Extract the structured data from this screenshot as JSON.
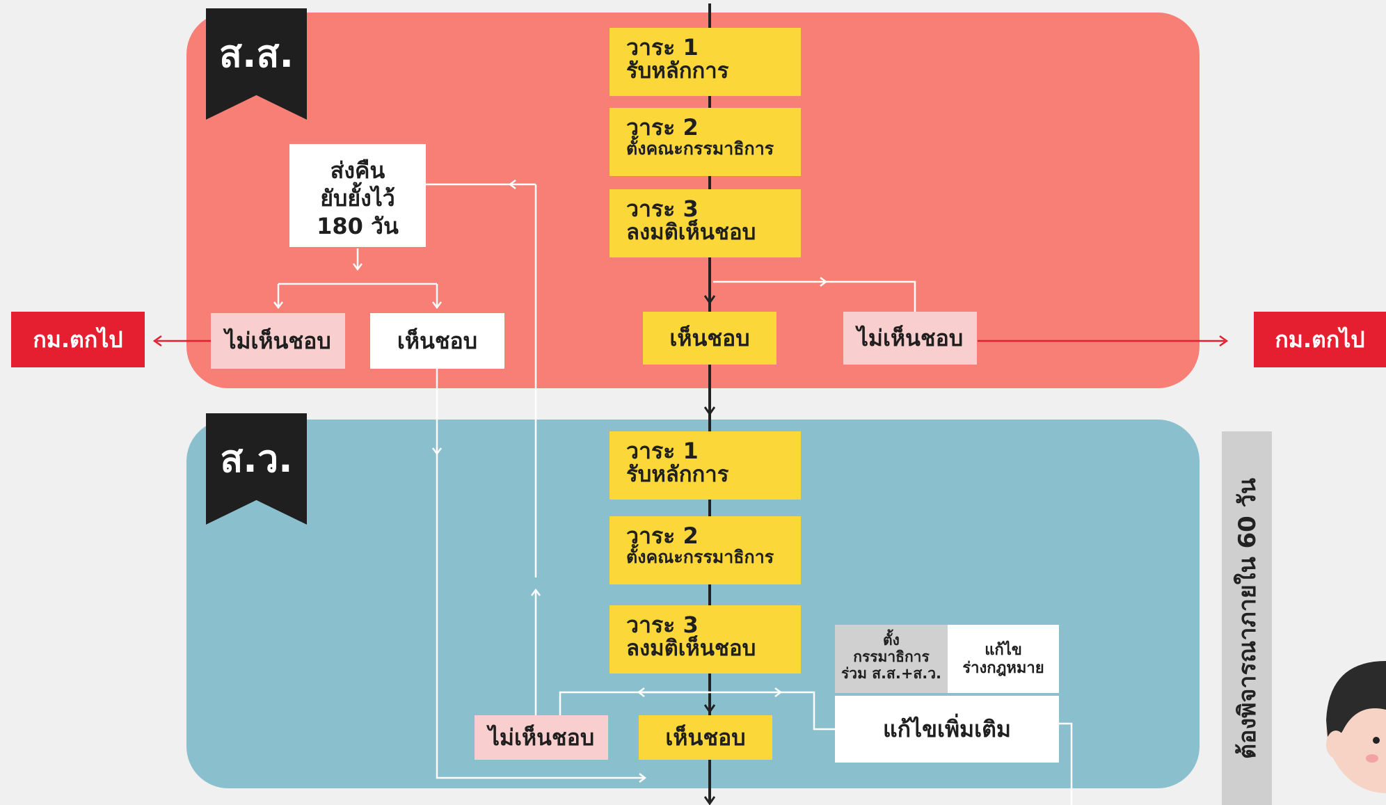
{
  "house": {
    "label": "ส.ส.",
    "reading1": {
      "title": "วาระ 1",
      "sub": "รับหลักการ"
    },
    "reading2": {
      "title": "วาระ 2",
      "sub": "ตั้งคณะกรรมาธิการ"
    },
    "reading3": {
      "title": "วาระ 3",
      "sub": "ลงมติเห็นชอบ"
    },
    "approve": "เห็นชอบ",
    "reject": "ไม่เห็นชอบ",
    "return_box": [
      "ส่งคืน",
      "ยับยั้งไว้",
      "180 วัน"
    ],
    "reconsider_reject": "ไม่เห็นชอบ",
    "reconsider_approve": "เห็นชอบ"
  },
  "senate": {
    "label": "ส.ว.",
    "reading1": {
      "title": "วาระ 1",
      "sub": "รับหลักการ"
    },
    "reading2": {
      "title": "วาระ 2",
      "sub": "ตั้งคณะกรรมาธิการ"
    },
    "reading3": {
      "title": "วาระ 3",
      "sub": "ลงมติเห็นชอบ"
    },
    "approve": "เห็นชอบ",
    "reject": "ไม่เห็นชอบ",
    "amend": "แก้ไขเพิ่มเติม",
    "joint_committee": [
      "ตั้ง",
      "กรรมาธิการ",
      "ร่วม ส.ส.+ส.ว."
    ],
    "revise_draft": [
      "แก้ไข",
      "ร่างกฎหมาย"
    ]
  },
  "bill_fails_left": "กม.ตกไป",
  "bill_fails_right": "กม.ตกไป",
  "deadline": "ต้องพิจารณาภายใน 60 วัน",
  "colors": {
    "house": "#f77f75",
    "senate": "#8abfcd",
    "stage": "#fbd73a",
    "fail": "#e51f2f"
  }
}
